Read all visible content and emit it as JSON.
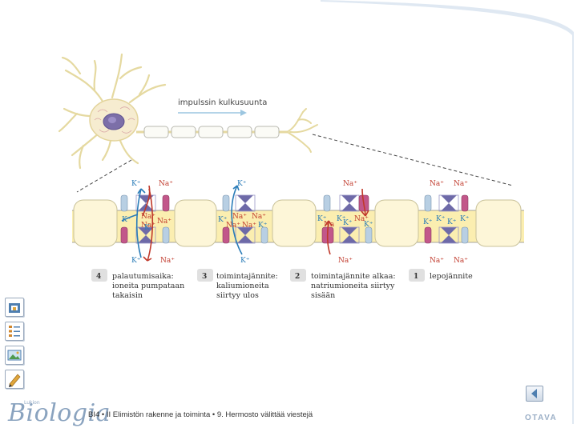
{
  "figure": {
    "direction_label": "impulssin kulkusuunta",
    "ions": {
      "k": "K",
      "k_plus": "K⁺",
      "na": "Na",
      "na_plus": "Na⁺"
    },
    "steps": [
      {
        "number": "4",
        "lines": [
          "palautumisaika:",
          "ioneita pumpataan",
          "takaisin"
        ]
      },
      {
        "number": "3",
        "lines": [
          "toimintajännite:",
          "kaliumioneita",
          "siirtyy ulos"
        ]
      },
      {
        "number": "2",
        "lines": [
          "toimintajännite alkaa:",
          "natriumioneita siirtyy",
          "sisään"
        ]
      },
      {
        "number": "1",
        "lines": [
          "lepojännite"
        ]
      }
    ]
  },
  "sidebar": {
    "tools": [
      "home-icon",
      "list-icon",
      "image-icon",
      "pencil-icon"
    ]
  },
  "footer": {
    "logo_small": "Lukion",
    "logo": "Biologia",
    "breadcrumb": "BI4 • II Elimistön rakenne ja toiminta • 9. Hermosto välittää viestejä",
    "publisher": "OTAVA"
  },
  "colors": {
    "k_ion": "#2a7cb8",
    "na_ion": "#c0392b",
    "myelin": "#fdf6d8",
    "axon": "#fbeeb0",
    "channel_na": "#c2578a",
    "channel_k": "#b8cfe3",
    "pump": "#6e6aa8"
  }
}
